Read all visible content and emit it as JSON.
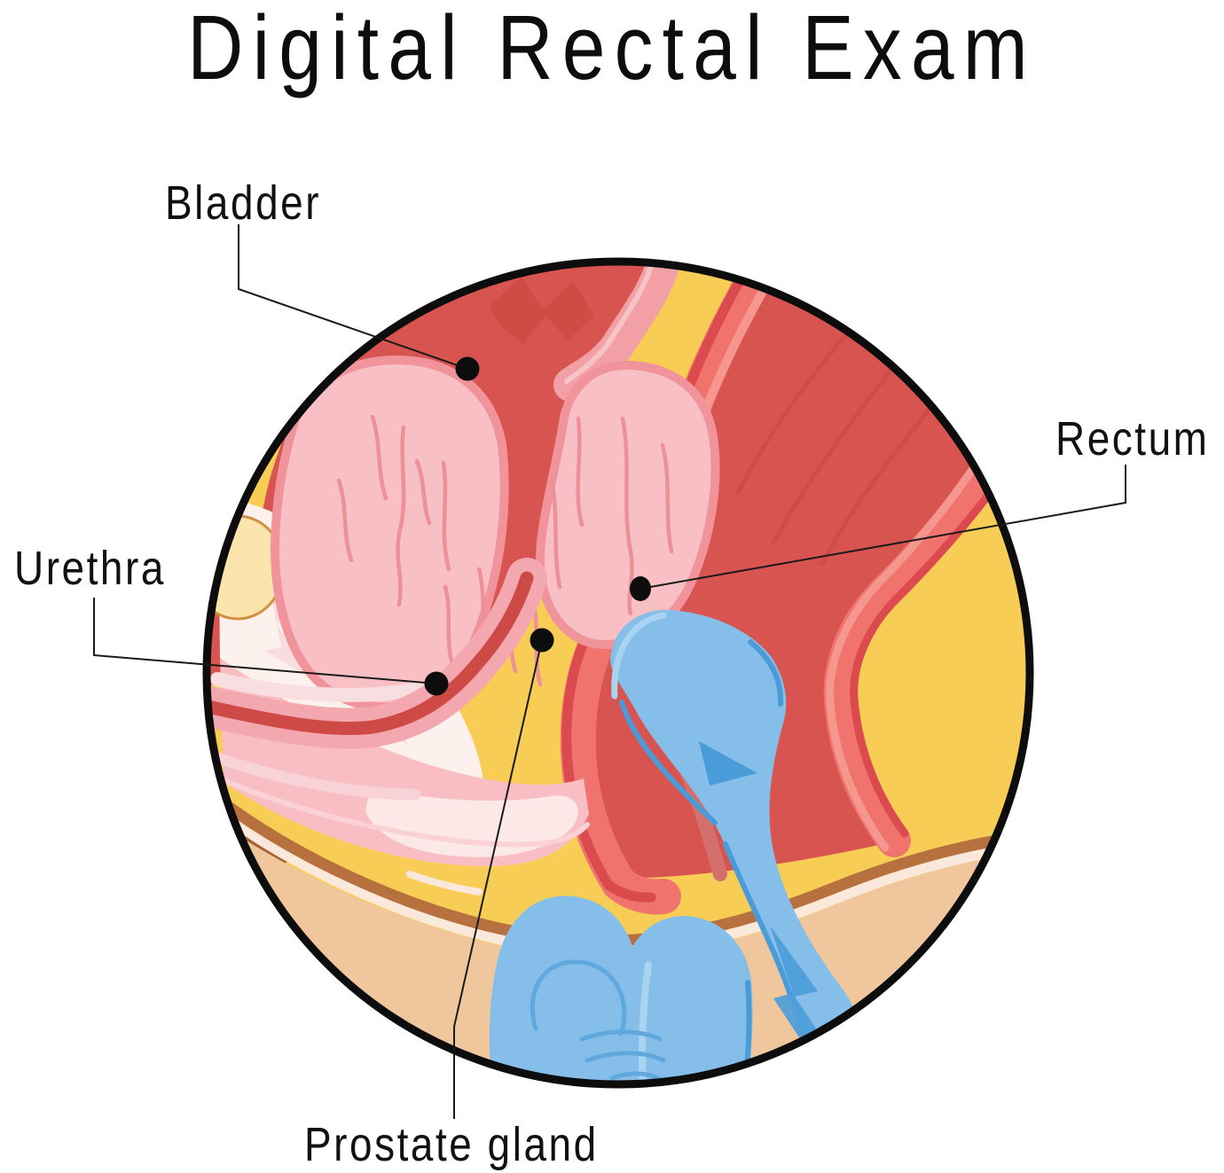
{
  "title": "Digital Rectal Exam",
  "figure": {
    "type": "anatomical-diagram",
    "subject": "Sagittal cross-section of the male pelvis during a digital rectal exam: gloved finger inserted through the anus into the rectum to palpate the prostate gland",
    "labels": [
      {
        "id": "bladder",
        "text": "Bladder"
      },
      {
        "id": "rectum",
        "text": "Rectum"
      },
      {
        "id": "urethra",
        "text": "Urethra"
      },
      {
        "id": "prostate",
        "text": "Prostate gland"
      }
    ],
    "colors": {
      "background": "#FFFFFF",
      "ink": "#111111",
      "organ_deep_red": "#D85450",
      "organ_dark_streak": "#CD4842",
      "wall_salmon": "#F0736E",
      "wall_light_stripe": "#F5978F",
      "wall_dark_edge": "#DB4A4F",
      "bladder_lobe_pink": "#F8C0C5",
      "lobe_rim_pink": "#F0939A",
      "band_pink": "#F2A0A6",
      "urethra_red": "#CE4A46",
      "urethra_halo_pink": "#F3A7AE",
      "bone_cream": "#FDF1EE",
      "bone_yellow": "#FBE5AC",
      "bone_orange": "#D28F3F",
      "fat_yellow": "#F8CD55",
      "pelvic_floor_brown": "#B7713F",
      "pelvic_floor_dark_brown": "#A5622F",
      "pelvic_floor_cream": "#FAE9DA",
      "skin_tan": "#F0C79D",
      "glove_blue": "#85BEE8",
      "glove_highlight": "#A9D4F1",
      "glove_outline": "#4A9CD9"
    }
  }
}
